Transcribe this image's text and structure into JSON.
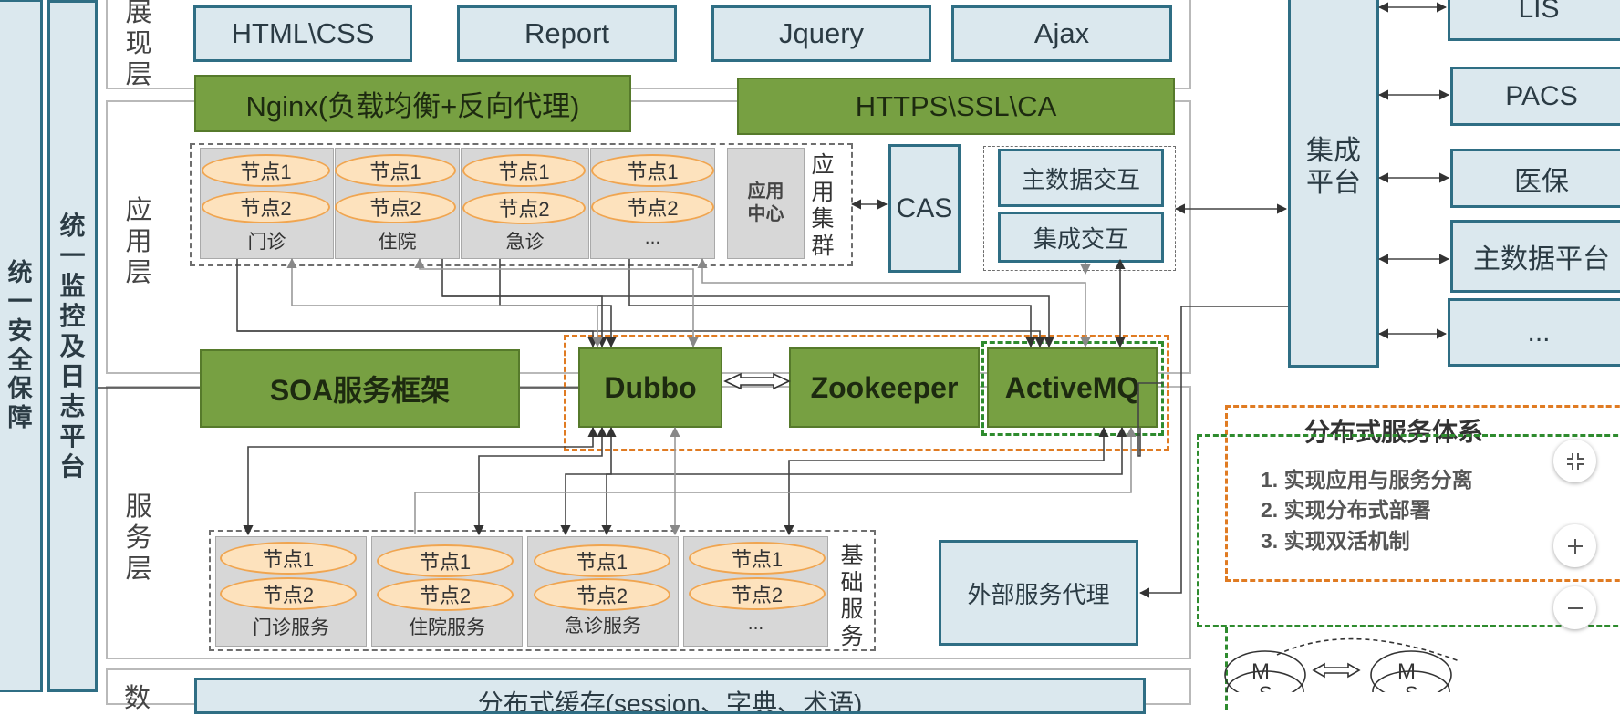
{
  "side_bars": {
    "security": "统一安全保障",
    "monitor": "统一监控及日志平台"
  },
  "layers": {
    "presentation": "展现层",
    "application": "应用层",
    "service": "服务层",
    "data": "数"
  },
  "presentation_items": [
    "HTML\\CSS",
    "Report",
    "Jquery",
    "Ajax"
  ],
  "gateway": {
    "nginx": "Nginx(负载均衡+反向代理)",
    "https": "HTTPS\\SSL\\CA"
  },
  "app_cluster": {
    "groups": [
      {
        "node1": "节点1",
        "node2": "节点2",
        "label": "门诊"
      },
      {
        "node1": "节点1",
        "node2": "节点2",
        "label": "住院"
      },
      {
        "node1": "节点1",
        "node2": "节点2",
        "label": "急诊"
      },
      {
        "node1": "节点1",
        "node2": "节点2",
        "label": "..."
      }
    ],
    "center": "应用中心",
    "label": "应用集群"
  },
  "cas": "CAS",
  "interaction": {
    "master_data": "主数据交互",
    "integration": "集成交互"
  },
  "integration_platform": "集成平台",
  "external_systems": [
    "LIS",
    "PACS",
    "医保",
    "主数据平台",
    "..."
  ],
  "middleware": {
    "soa": "SOA服务框架",
    "dubbo": "Dubbo",
    "zookeeper": "Zookeeper",
    "activemq": "ActiveMQ"
  },
  "base_services": {
    "groups": [
      {
        "node1": "节点1",
        "node2": "节点2",
        "label": "门诊服务"
      },
      {
        "node1": "节点1",
        "node2": "节点2",
        "label": "住院服务"
      },
      {
        "node1": "节点1",
        "node2": "节点2",
        "label": "急诊服务"
      },
      {
        "node1": "节点1",
        "node2": "节点2",
        "label": "..."
      }
    ],
    "label": "基础服务"
  },
  "external_proxy": "外部服务代理",
  "distributed": {
    "title": "分布式服务体系",
    "items": [
      "1. 实现应用与服务分离",
      "2. 实现分布式部署",
      "3. 实现双活机制"
    ]
  },
  "ms_labels": {
    "m": "M",
    "s": "S"
  },
  "data_layer_partial": "分布式缓存(session、字典、术语)",
  "zoom_controls": [
    "compress-icon",
    "zoom-in-icon",
    "zoom-out-icon"
  ],
  "colors": {
    "blue_border": "#2f6e84",
    "blue_fill": "#dbe8ee",
    "green_fill": "#77a042",
    "orange_dashed": "#e07b22",
    "green_dashed": "#2e8b2e",
    "node_fill": "#fde2bd"
  }
}
